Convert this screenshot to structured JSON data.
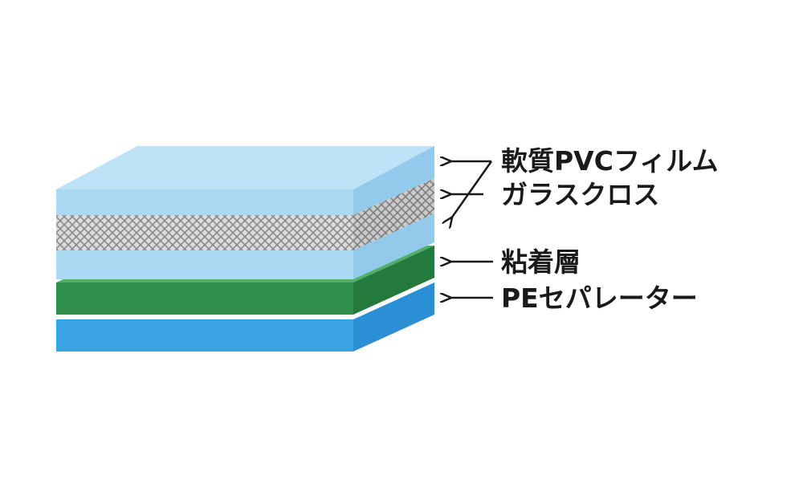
{
  "diagram": {
    "type": "layer-stack",
    "labels": {
      "soft_pvc_film": "軟質PVCフィルム",
      "glass_cloth": "ガラスクロス",
      "adhesive_layer": "粘着層",
      "pe_separator": "PEセパレーター"
    },
    "colors": {
      "pvc_top": "#bfe3f6",
      "pvc_front": "#a9d9f3",
      "pvc_side": "#93c9eb",
      "glass_cloth_base": "#dcdcdc",
      "glass_cloth_mesh": "#8a8a8a",
      "adhesive_top": "#4fae6a",
      "adhesive_front": "#2f8f4a",
      "adhesive_side": "#237a3c",
      "separator_front": "#3aa3e3",
      "separator_side": "#2a8fd4",
      "text": "#1a1a1a"
    }
  }
}
